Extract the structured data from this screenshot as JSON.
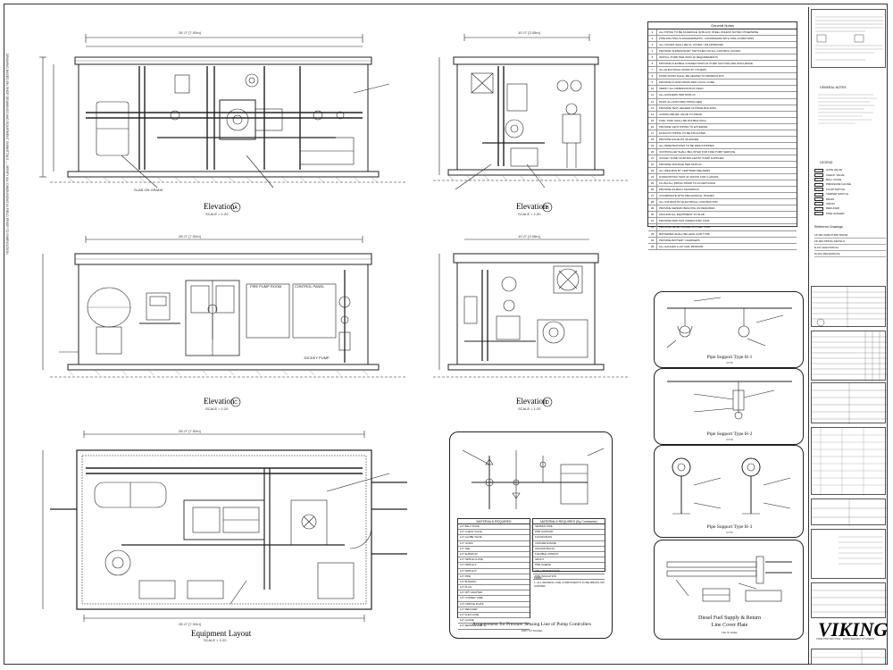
{
  "sheet": {
    "side_note": "DRAWING BASED ON SHOP DRAWINGS AND EQUIPMENT SUBMITTALS — VERIFY ALL DIMENSIONS IN FIELD PRIOR TO FABRICATION",
    "company": "VIKING",
    "company_sub": "FIRE PROTECTION · ENGINEERED SYSTEMS"
  },
  "views": {
    "elevation_a": {
      "title": "Elevation",
      "tag": "A",
      "scale": "SCALE = 1:20",
      "dim_top": "26'-0\" [7.92m]",
      "note_floor": "SLAB ON GRADE"
    },
    "elevation_b": {
      "title": "Elevation",
      "tag": "B",
      "scale": "SCALE = 1:20",
      "dim_top": "10'-0\" [3.05m]"
    },
    "elevation_c": {
      "title": "Elevation",
      "tag": "C",
      "scale": "SCALE = 1:20",
      "dim_top": "26'-0\" [7.92m]",
      "labels": [
        "FIRE PUMP ROOM",
        "CONTROL PANEL",
        "JOCKEY PUMP"
      ]
    },
    "elevation_d": {
      "title": "Elevation",
      "tag": "D",
      "scale": "SCALE = 1:20",
      "dim_top": "10'-0\" [3.05m]"
    },
    "equipment_layout": {
      "title": "Equipment Layout",
      "scale": "SCALE = 1:20",
      "dim_top": "26'-0\" [7.92m]",
      "dim_bottom": "26'-0\" [7.92m]"
    },
    "sensing_line": {
      "title": "Arrangement for Pressure Sensing Line of Pump Controllers",
      "subtitle": "(NOT TO SCALE)",
      "bom_left_title": "MATERIALS REQUIRED",
      "bom_right_title": "MATERIALS REQUIRED (By Contractor)",
      "bom_left": [
        "1/2\" BALL VALVE",
        "1/2\" CHECK VALVE",
        "1/2\" GLOBE VALVE",
        "1/2\" UNION",
        "1/2\" TEE",
        "1/2\" ELBOW 90",
        "1/2\" NIPPLE CLOSE",
        "1/2\" NIPPLE 3\"",
        "1/2\" NIPPLE 6\"",
        "1/2\" PIPE",
        "1/2\" BUSHING",
        "1/2\" PLUG",
        "1/2\" NPT ADAPTER",
        "1/2\" COPPER TUBE",
        "1/4\" ORIFICE PLATE",
        "1/2\" REDUCER",
        "1/2\" FLEX HOSE",
        "1/2\" GAUGE",
        "1/2\" SENSING LINE",
        "1/2\" VENT VALVE",
        "1/2\" DRAIN VALVE",
        "1/2\" STRAINER",
        "1/2\" HANGER",
        "1/2\" CLAMP",
        "1/2\" FITTING"
      ],
      "bom_right": [
        "SENSING PIPE",
        "PIPE SUPPORT",
        "FLOOR DRAIN",
        "CONCRETE BASE",
        "ANCHOR BOLTS",
        "FLEXIBLE CONDUIT",
        "GROUT",
        "PIPE SLEEVE",
        "WALL PENETRATION",
        "PIPE INSULATION"
      ],
      "note_title": "Note:",
      "note_text": "1. ALL SENSING LINE COMPONENTS TO BE BRASS OR COPPER"
    },
    "pipe_h1": {
      "title": "Pipe Support Type H-1",
      "scale": "N.T.S"
    },
    "pipe_h2": {
      "title": "Pipe Support Type H-2",
      "scale": "N.T.S"
    },
    "pipe_h3": {
      "title": "Pipe Support Type H-3",
      "scale": "N.T.S"
    },
    "fuel": {
      "title_l1": "Diesel Fuel Supply & Return",
      "title_l2": "Line Cover Plate",
      "scale": "Not To Scale"
    }
  },
  "notes": {
    "title": "General Notes",
    "items": [
      "ALL PIPING TO BE SCHEDULE 40 BLACK STEEL UNLESS NOTED OTHERWISE",
      "PIPE ROUTING IS DIAGRAMMATIC; COORDINATE WITH SITE CONDITIONS",
      "ALL VALVES SHALL BE UL LISTED / FM APPROVED",
      "PROVIDE SUPERVISORY SWITCHES ON ALL CONTROL VALVES",
      "INSTALL PUMP PER NFPA 20 REQUIREMENTS",
      "PROVIDE FLEXIBLE CONNECTIONS AT PUMP SUCTION AND DISCHARGE",
      "ALL ELECTRICAL WORK BY OTHERS",
      "PUMP ROOM SHALL BE HEATED TO MINIMUM 40°F",
      "PROVIDE FLOOR DRAIN PER LOCAL CODE",
      "VERIFY ALL DIMENSIONS IN FIELD",
      "ALL HANGERS PER NFPA 13",
      "PAINT ALL EXPOSED PIPING RED",
      "PROVIDE TEST HEADER OUTSIDE BUILDING",
      "CASING RELIEF VALVE TO DRAIN",
      "FUEL TANK SHALL BE DOUBLE WALL",
      "PROVIDE VENT PIPING TO EXTERIOR",
      "EXHAUST PIPING TO BE INSULATED",
      "PROVIDE EXHAUST SILENCER",
      "ALL PENETRATIONS TO BE FIRE STOPPED",
      "CONTROLLER SHALL BE LISTED FOR FIRE PUMP SERVICE",
      "JOCKEY PUMP CONTROLLER BY PUMP SUPPLIER",
      "PROVIDE SIGNAGE PER NFPA 20",
      "ALL WELDING BY CERTIFIED WELDERS",
      "HYDROSTATIC TEST AT 200 PSI FOR 2 HOURS",
      "FLUSH ALL PIPING PRIOR TO ACCEPTANCE",
      "PROVIDE AS-BUILT DRAWINGS",
      "COORDINATE WITH MECHANICAL TRADES",
      "ALL CONDUIT BY ELECTRICAL CONTRACTOR",
      "PROVIDE SEISMIC BRACING AS REQUIRED",
      "ANCHOR ALL EQUIPMENT TO SLAB",
      "PROVIDE DRIP PAN UNDER FUEL TANK",
      "PROVIDE LEVEL GAUGE ON FUEL TANK",
      "BATTERIES SHALL BE LEAD ACID TYPE",
      "PROVIDE BATTERY CHARGERS",
      "ALL GAUGES 3-1/2\" DIAL MINIMUM"
    ]
  },
  "general_notes_title": "GENERAL NOTES",
  "legend_title": "LEGEND",
  "reference_title": "Reference Drawings",
  "legend_items": [
    "GATE VALVE",
    "CHECK VALVE",
    "BALL VALVE",
    "PRESSURE GAUGE",
    "FLOW SWITCH",
    "TAMPER SWITCH",
    "DRAIN",
    "UNION",
    "REDUCER",
    "PIPE HANGER"
  ],
  "reference_items": [
    "FP-001 FIRE PUMP ROOM",
    "FP-002 PIPING DETAILS",
    "E-101 ELECTRICAL",
    "M-101 MECHANICAL"
  ]
}
